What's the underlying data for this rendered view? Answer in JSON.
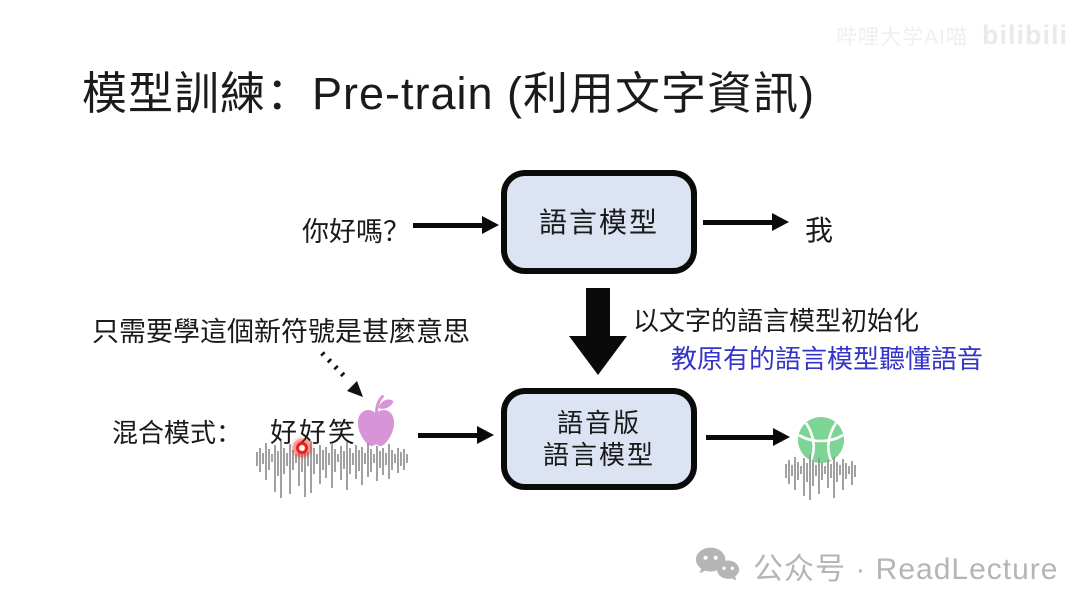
{
  "slide": {
    "title": "模型訓練：Pre-train (利用文字資訊)"
  },
  "watermark_top": {
    "user": "哔哩大学AI喵",
    "logo": "bilibili"
  },
  "watermark_bottom": {
    "wechat_icon": "wechat-icon",
    "label": "公众号 · ReadLecture"
  },
  "flow_text_model": {
    "input": "你好嗎？",
    "model": "語言模型",
    "output": "我"
  },
  "transition": {
    "arrow_icon": "big-down-arrow-icon",
    "note_init": "以文字的語言模型初始化",
    "note_teach": "教原有的語言模型聽懂語音"
  },
  "flow_speech_model": {
    "annotation": "只需要學這個新符號是甚麼意思",
    "dashed_arrow_icon": "dashed-arrow-icon",
    "mode_label": "混合模式：",
    "mixed_text": "好好笑",
    "apple_icon": "apple-icon",
    "laser_icon": "laser-pointer-dot",
    "waveform_icon": "audio-waveform-icon",
    "model_line1": "語音版",
    "model_line2": "語言模型",
    "basketball_icon": "basketball-icon"
  },
  "colors": {
    "box_fill": "#dce3f2",
    "box_border": "#0a0a0a",
    "note_blue": "#3434c8",
    "apple_pink": "#d795d7",
    "basketball_green": "#7ed494",
    "waveform_gray": "#909090",
    "laser_red": "#ed1b12",
    "footer_gray": "#b5b5b5"
  }
}
